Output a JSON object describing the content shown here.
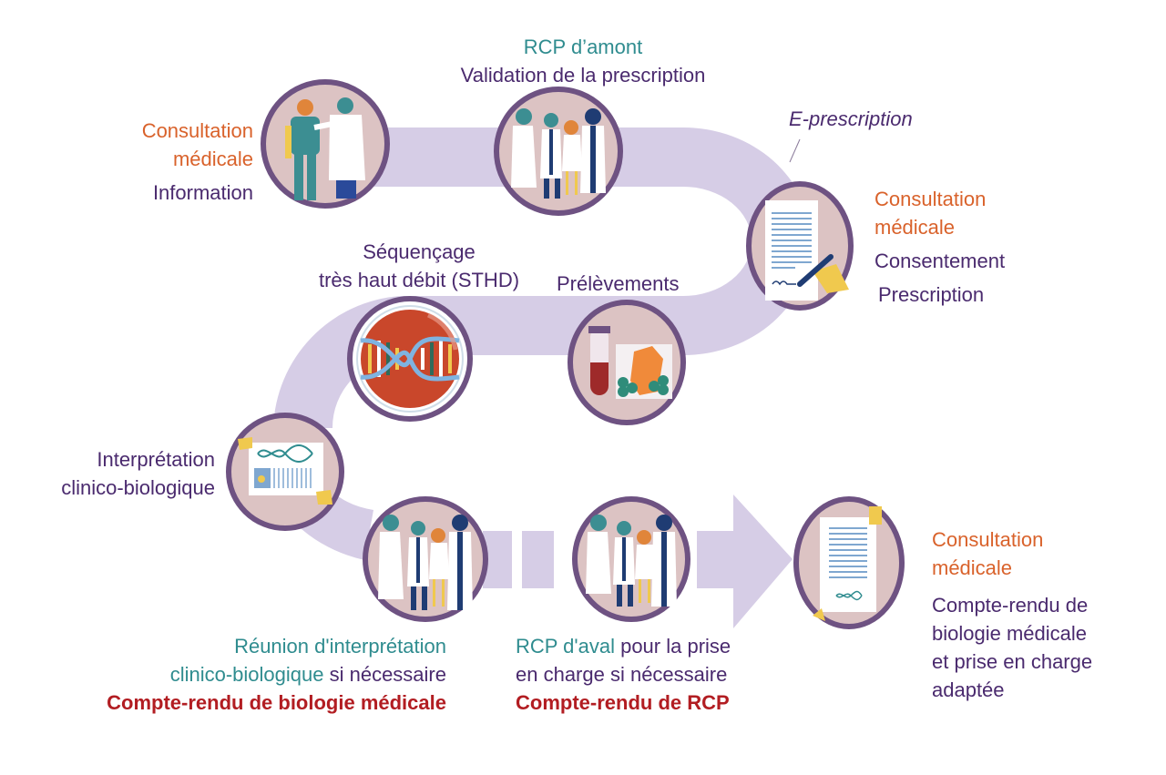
{
  "colors": {
    "path": "#d6cde6",
    "ring": "#6e5282",
    "circle_fill": "#dcc3c3",
    "orange": "#d9622b",
    "teal": "#2f8c8f",
    "purple": "#4a2a6e",
    "red": "#b21d22"
  },
  "steps": [
    {
      "id": "consultation-information",
      "icon": "doctor-patient-icon",
      "title": "Consultation médicale",
      "title_lines": [
        "Consultation",
        "médicale"
      ],
      "subtitle": "Information"
    },
    {
      "id": "rcp-amont",
      "icon": "medical-team-icon",
      "title": "RCP d’amont",
      "subtitle": "Validation de la prescription"
    },
    {
      "id": "e-prescription",
      "label": "E-prescription"
    },
    {
      "id": "consultation-consentement",
      "icon": "signing-document-icon",
      "title_lines": [
        "Consultation",
        "médicale"
      ],
      "subtitle_lines": [
        "Consentement",
        "Prescription"
      ]
    },
    {
      "id": "prelevements",
      "icon": "blood-sample-icon",
      "title": "Prélèvements"
    },
    {
      "id": "sequencage",
      "icon": "dna-sequencing-icon",
      "title_lines": [
        "Séquençage",
        "très haut débit (STHD)"
      ]
    },
    {
      "id": "interpretation",
      "icon": "dna-report-icon",
      "title_lines": [
        "Interprétation",
        "clinico-biologique"
      ]
    },
    {
      "id": "reunion",
      "icon": "medical-team-icon",
      "teal_lines": [
        "Réunion d'interprétation",
        "clinico-biologique"
      ],
      "line2_suffix": " si nécessaire",
      "report": "Compte-rendu de biologie médicale"
    },
    {
      "id": "rcp-aval",
      "icon": "medical-team-icon",
      "teal_part": "RCP d'aval",
      "line1_suffix": " pour la prise",
      "line2": "en charge si nécessaire",
      "report": "Compte-rendu de RCP"
    },
    {
      "id": "consultation-finale",
      "icon": "report-document-icon",
      "title_lines": [
        "Consultation",
        "médicale"
      ],
      "subtitle_lines": [
        "Compte-rendu de",
        "biologie médicale",
        "et prise en charge",
        "adaptée"
      ]
    }
  ]
}
